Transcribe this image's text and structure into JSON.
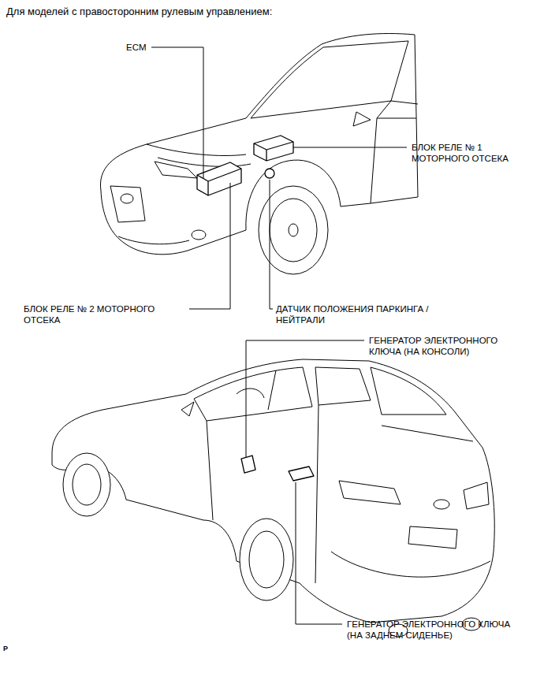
{
  "diagram": {
    "title": "Для моделей с правосторонним рулевым управлением:",
    "labels": [
      "ECM",
      "БЛОК РЕЛЕ № 1 МОТОРНОГО ОТСЕКА",
      "БЛОК РЕЛЕ № 2 МОТОРНОГО ОТСЕКА",
      "ДАТЧИК ПОЛОЖЕНИЯ ПАРКИНГА / НЕЙТРАЛИ",
      "ГЕНЕРАТОР ЭЛЕКТРОННОГО КЛЮЧА (НА КОНСОЛИ)",
      "ГЕНЕРАТОР ЭЛЕКТРОННОГО КЛЮЧА (НА ЗАДНЕМ СИДЕНЬЕ)",
      "P"
    ]
  }
}
